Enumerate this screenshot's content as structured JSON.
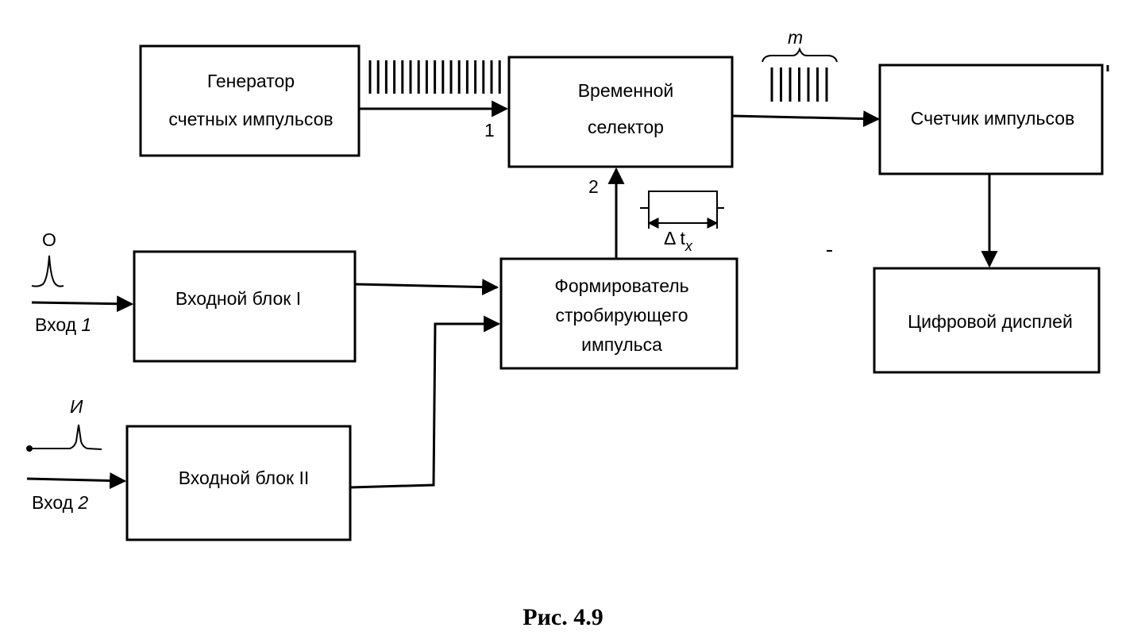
{
  "blocks": {
    "generator": {
      "line1": "Генератор",
      "line2": "счетных импульсов"
    },
    "selector": {
      "line1": "Временной",
      "line2": "селектор"
    },
    "counter": {
      "label": "Счетчик импульсов"
    },
    "display": {
      "label": "Цифровой дисплей"
    },
    "input1_block": {
      "label": "Входной блок I"
    },
    "input2_block": {
      "label": "Входной блок II"
    },
    "former": {
      "line1": "Формирователь",
      "line2": "стробирующего",
      "line3": "импульса"
    }
  },
  "labels": {
    "port1": "1",
    "port2": "2",
    "pulse_o": "О",
    "pulse_i": "И",
    "input1": "Вход",
    "input1_num": "1",
    "input2": "Вход",
    "input2_num": "2",
    "delta": "Δ t",
    "delta_sub": "x",
    "m": "m"
  },
  "caption": "Рис. 4.9"
}
